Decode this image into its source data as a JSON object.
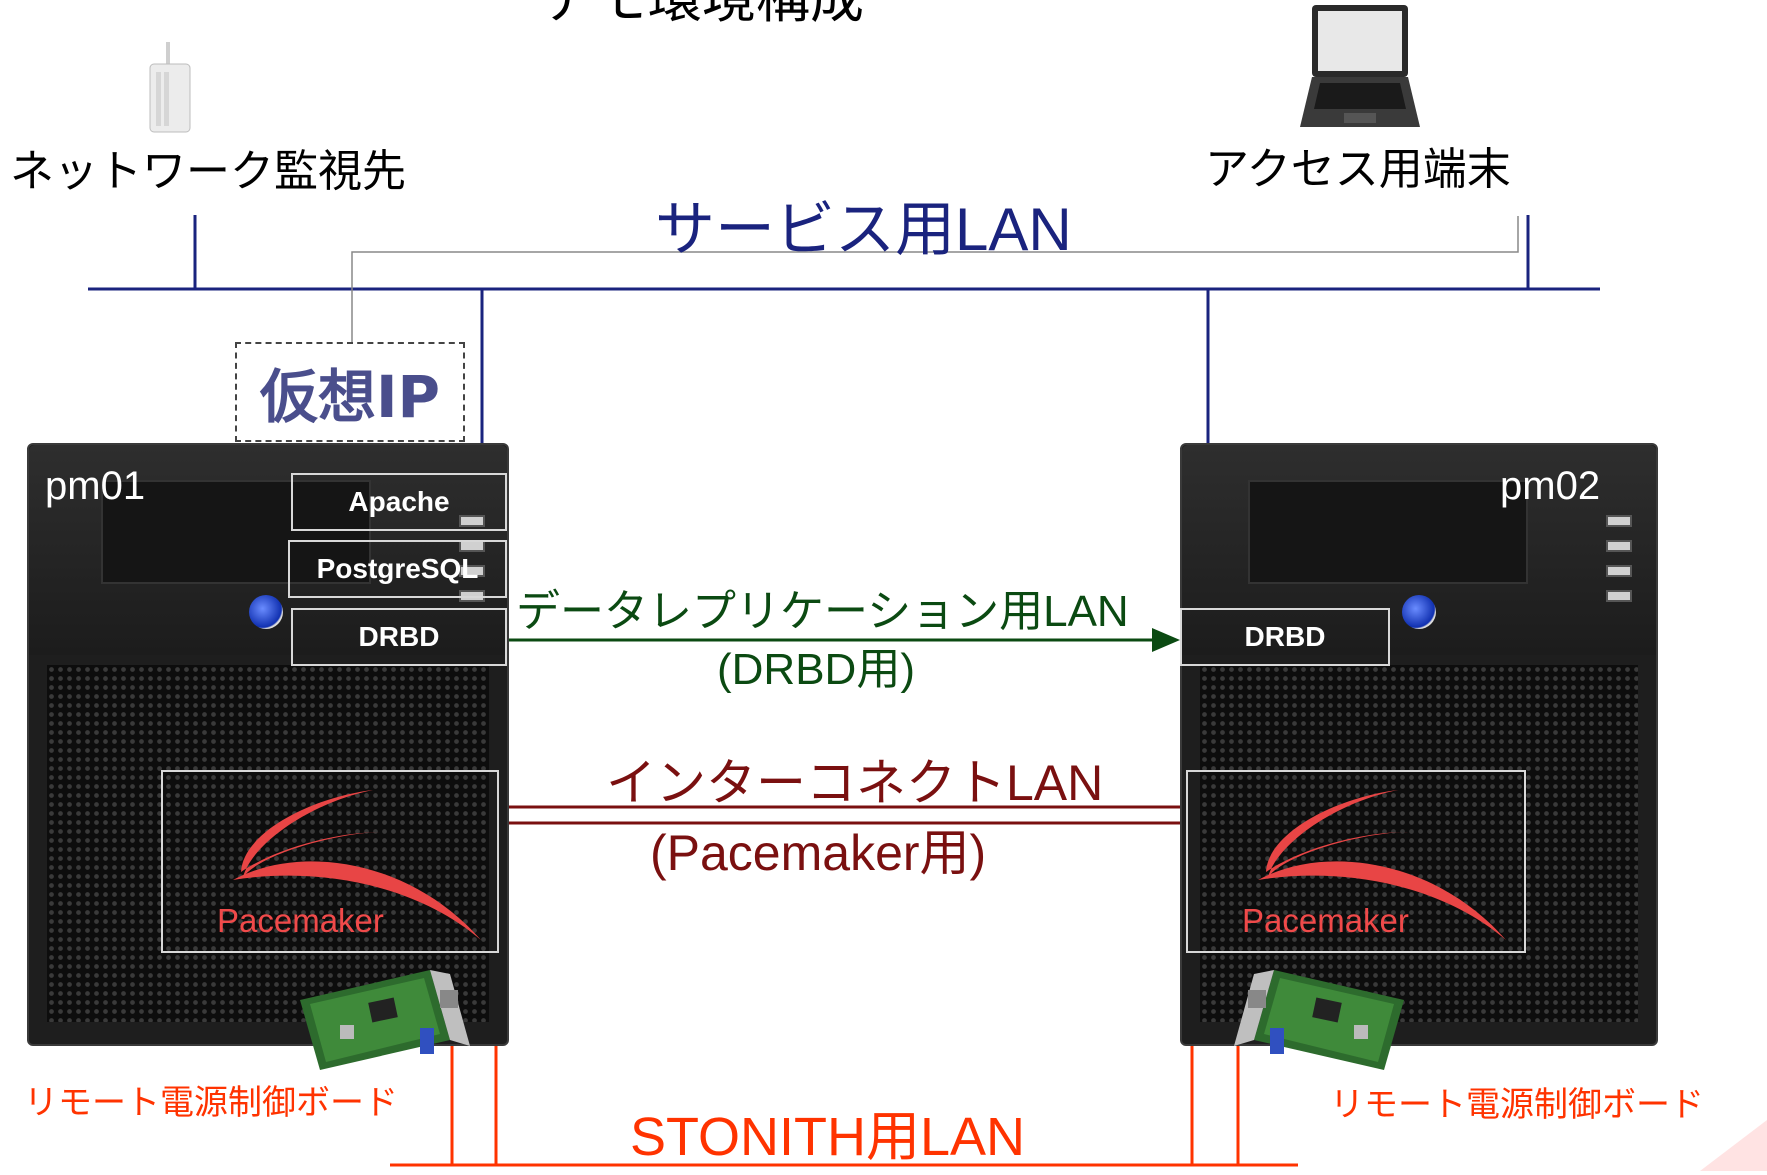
{
  "title": "デモ環境構成",
  "devices": {
    "monitor_target": "ネットワーク監視先",
    "access_terminal": "アクセス用端末"
  },
  "networks": {
    "service_lan": "サービス用LAN",
    "replication_lan": "データレプリケーション用LAN",
    "replication_sub": "(DRBD用)",
    "interconnect_lan": "インターコネクトLAN",
    "interconnect_sub": "(Pacemaker用)",
    "stonith_lan": "STONITH用LAN"
  },
  "virtual_ip": "仮想IP",
  "nodes": [
    {
      "hostname": "pm01",
      "services": [
        "Apache",
        "PostgreSQL",
        "DRBD"
      ],
      "cluster": "Pacemaker",
      "board": "リモート電源制御ボード"
    },
    {
      "hostname": "pm02",
      "services": [
        "DRBD"
      ],
      "cluster": "Pacemaker",
      "board": "リモート電源制御ボード"
    }
  ],
  "colors": {
    "service_lan": "#1a237e",
    "replication_lan": "#0b4a12",
    "interconnect_lan": "#7a1010",
    "stonith_lan": "#ff3300"
  }
}
